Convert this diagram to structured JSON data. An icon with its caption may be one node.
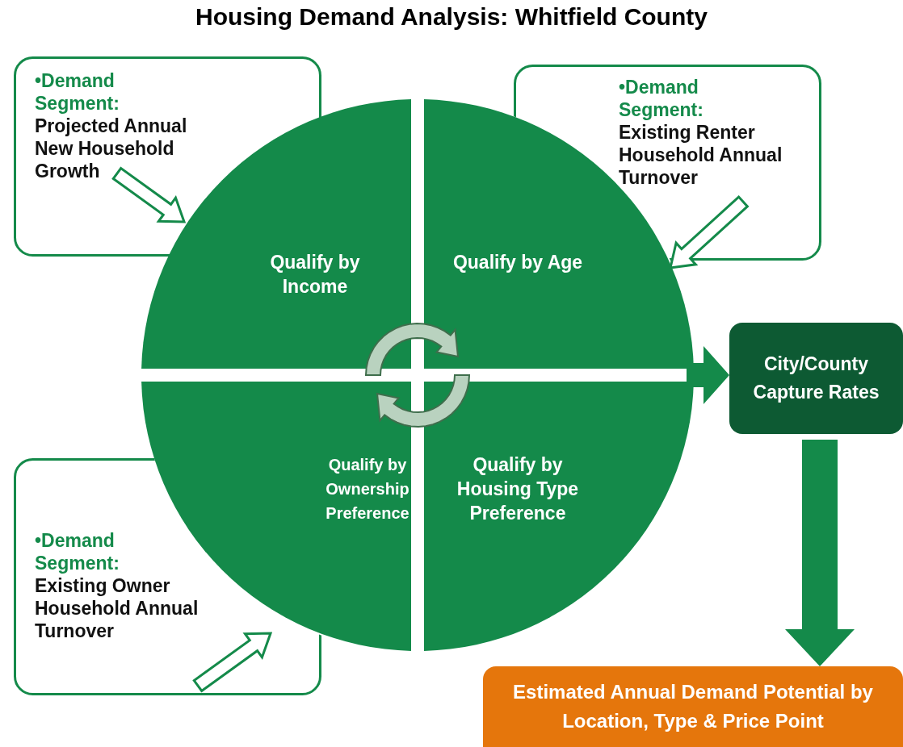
{
  "diagram": {
    "title": "Housing Demand Analysis: Whitfield County",
    "nodes": [
      {
        "text": [
          "•Demand Segment:",
          "Projected Annual New Household Growth"
        ]
      },
      {
        "text": [
          "•Demand Segment:",
          "Existing Renter Household Annual Turnover"
        ]
      },
      {
        "text": [
          "•Demand Segment:",
          "Existing Owner Household Annual Turnover"
        ]
      },
      {
        "text": [
          "Qualify by Income"
        ]
      },
      {
        "text": [
          "Qualify by Age"
        ]
      },
      {
        "text": [
          "Qualify by Ownership Preference"
        ]
      },
      {
        "text": [
          "Qualify by Housing Type Preference"
        ]
      },
      {
        "text": [
          "City/County Capture Rates"
        ]
      },
      {
        "text": [
          "Estimated Annual Demand Potential by Location, Type & Price Point"
        ]
      }
    ],
    "edges": [
      {
        "from": 0,
        "to": 3,
        "arrow": "to"
      },
      {
        "from": 1,
        "to": 4,
        "arrow": "to"
      },
      {
        "from": 2,
        "to": 5,
        "arrow": "to"
      },
      {
        "from": null,
        "to": 7,
        "arrow": "to",
        "style": "thick"
      },
      {
        "from": 7,
        "to": 8,
        "arrow": "to",
        "style": "thick"
      }
    ]
  }
}
